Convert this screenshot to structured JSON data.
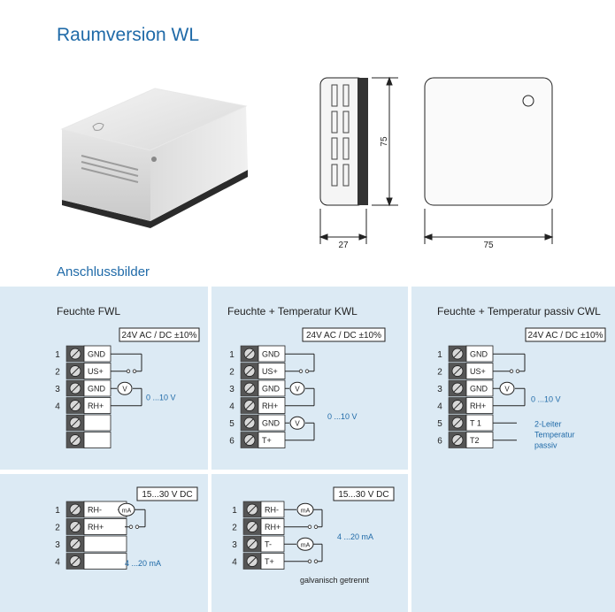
{
  "title": "Raumversion WL",
  "subtitle": "Anschlussbilder",
  "dimensions": {
    "depth": "27",
    "width": "75",
    "height": "75"
  },
  "panels": {
    "fwl": {
      "title": "Feuchte FWL",
      "supply": "24V AC / DC ±10%",
      "numbers": [
        "1",
        "2",
        "3",
        "4"
      ],
      "terminals": [
        "GND",
        "US+",
        "GND",
        "RH+",
        "",
        ""
      ],
      "range": "0 ...10 V"
    },
    "kwl": {
      "title": "Feuchte + Temperatur KWL",
      "supply": "24V AC / DC ±10%",
      "numbers": [
        "1",
        "2",
        "3",
        "4",
        "5",
        "6"
      ],
      "terminals": [
        "GND",
        "US+",
        "GND",
        "RH+",
        "GND",
        "T+"
      ],
      "range": "0 ...10 V"
    },
    "cwl": {
      "title": "Feuchte + Temperatur passiv CWL",
      "supply": "24V AC / DC ±10%",
      "numbers": [
        "1",
        "2",
        "3",
        "4",
        "5",
        "6"
      ],
      "terminals": [
        "GND",
        "US+",
        "GND",
        "RH+",
        "T 1",
        "T2"
      ],
      "range": "0 ...10 V",
      "note": [
        "2-Leiter",
        "Temperatur",
        "passiv"
      ]
    },
    "ma1": {
      "supply": "15...30 V DC",
      "numbers": [
        "1",
        "2",
        "3",
        "4"
      ],
      "terminals": [
        "RH-",
        "RH+",
        "",
        ""
      ],
      "range": "4 ...20 mA"
    },
    "ma2": {
      "supply": "15...30 V DC",
      "numbers": [
        "1",
        "2",
        "3",
        "4"
      ],
      "terminals": [
        "RH-",
        "RH+",
        "T-",
        "T+"
      ],
      "range": "4 ...20 mA",
      "note": "galvanisch getrennt"
    }
  },
  "meters": {
    "volt": "V",
    "amp": "mA"
  }
}
